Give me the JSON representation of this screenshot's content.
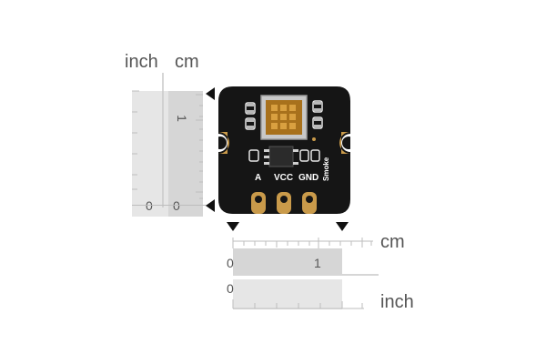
{
  "vertical_ruler": {
    "unit_left": "inch",
    "unit_right": "cm",
    "inch_zero": "0",
    "cm_zero": "0",
    "cm_one": "1"
  },
  "horizontal_ruler": {
    "unit_top": "cm",
    "unit_bottom": "inch",
    "cm_zero": "0",
    "cm_one": "1",
    "inch_zero": "0"
  },
  "board": {
    "silkscreen_labels": [
      "A",
      "VCC",
      "GND"
    ],
    "side_label": "Smoke",
    "colors": {
      "pcb": "#151515",
      "gold": "#c99a4a",
      "sensor_metal": "#c8c8c8",
      "sensor_core": "#a8711c"
    }
  }
}
